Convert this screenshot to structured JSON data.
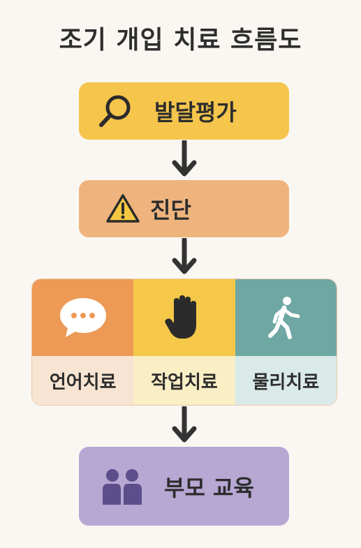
{
  "diagram": {
    "title": "조기 개입 치료 흐름도",
    "steps": {
      "evaluation": {
        "label": "발달평가",
        "icon": "magnifier-icon"
      },
      "diagnosis": {
        "label": "진단",
        "icon": "warning-icon"
      },
      "parent_education": {
        "label": "부모 교육",
        "icon": "people-icon"
      }
    },
    "therapies": [
      {
        "label": "언어치료",
        "icon": "speech-bubble-icon",
        "color": "#ec9a55"
      },
      {
        "label": "작업치료",
        "icon": "hand-icon",
        "color": "#f5c84a"
      },
      {
        "label": "물리치료",
        "icon": "walking-person-icon",
        "color": "#6fa7a3"
      }
    ]
  },
  "colors": {
    "evaluation": "#f5c54c",
    "diagnosis": "#efb47e",
    "parent_education": "#b6a7d3",
    "arrow": "#333333",
    "background": "#faf7f2"
  }
}
